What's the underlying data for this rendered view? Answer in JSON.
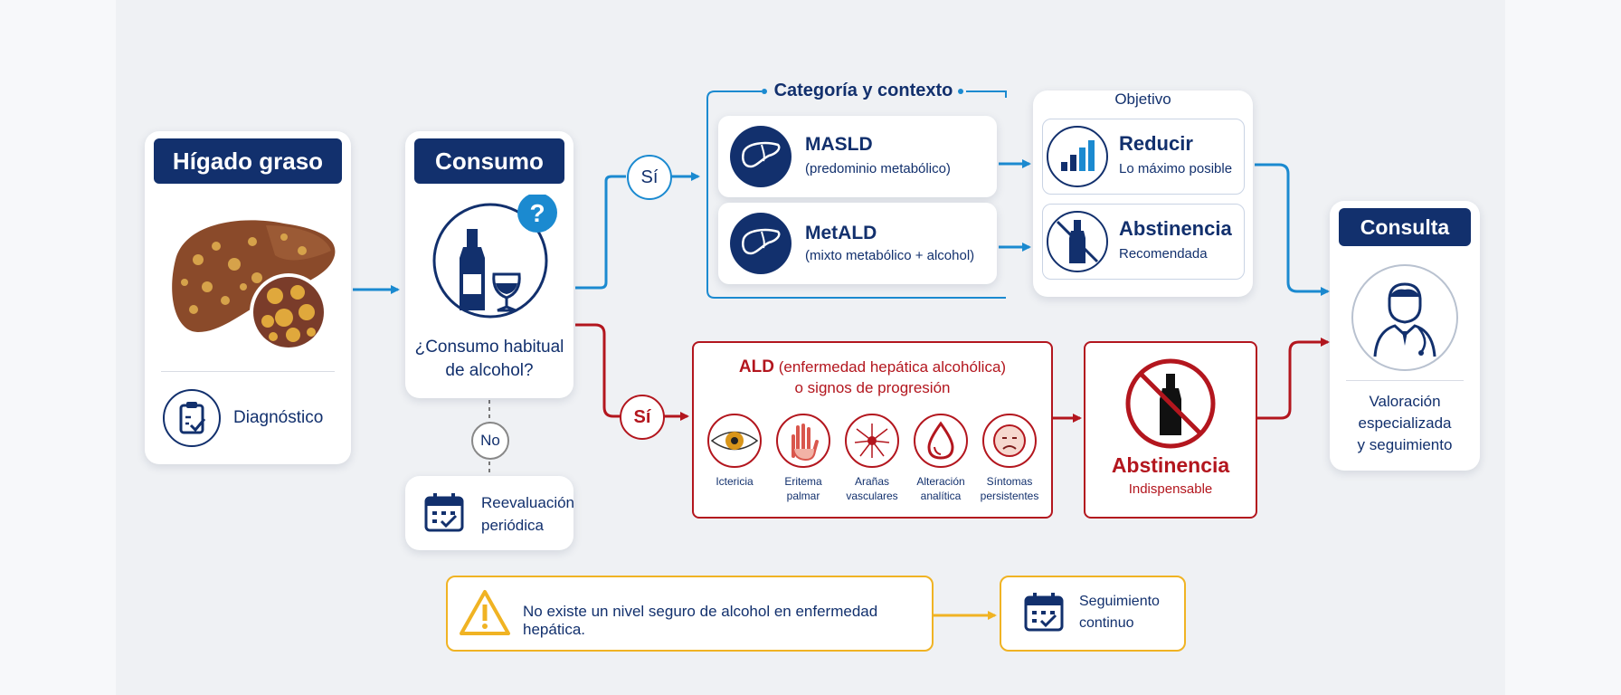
{
  "higado": {
    "title": "Hígado graso",
    "diag": "Diagnóstico"
  },
  "consumo": {
    "title": "Consumo",
    "question_line1": "¿Consumo habitual",
    "question_line2": "de alcohol?"
  },
  "branches": {
    "si_blue": "Sí",
    "si_red": "Sí",
    "no": "No"
  },
  "reeval": {
    "line1": "Reevaluación",
    "line2": "periódica"
  },
  "categoria": {
    "header": "Categoría y contexto",
    "masld_title": "MASLD",
    "masld_sub": "(predominio metabólico)",
    "metald_title": "MetALD",
    "metald_sub": "(mixto metabólico + alcohol)"
  },
  "objetivo": {
    "header": "Objetivo",
    "reducir_title": "Reducir",
    "reducir_sub": "Lo máximo posible",
    "abst_title": "Abstinencia",
    "abst_sub": "Recomendada"
  },
  "ald": {
    "title_bold": "ALD",
    "title_rest": "(enfermedad hepática alcohólica)",
    "title_line2": "o signos de progresión",
    "signs": [
      {
        "l1": "Ictericia",
        "l2": ""
      },
      {
        "l1": "Eritema",
        "l2": "palmar"
      },
      {
        "l1": "Arañas",
        "l2": "vasculares"
      },
      {
        "l1": "Alteración",
        "l2": "analítica"
      },
      {
        "l1": "Síntomas",
        "l2": "persistentes"
      }
    ]
  },
  "abst_red": {
    "title": "Abstinencia",
    "sub": "Indispensable"
  },
  "consulta": {
    "title": "Consulta",
    "line1": "Valoración",
    "line2": "especializada",
    "line3": "y seguimiento"
  },
  "warning": {
    "text": "No existe un nivel seguro de alcohol en enfermedad hepática."
  },
  "seguimiento": {
    "line1": "Seguimiento",
    "line2": "continuo"
  },
  "colors": {
    "navy": "#12306d",
    "blue": "#1b8ad0",
    "red": "#b3161e",
    "yellow": "#f0b323"
  }
}
